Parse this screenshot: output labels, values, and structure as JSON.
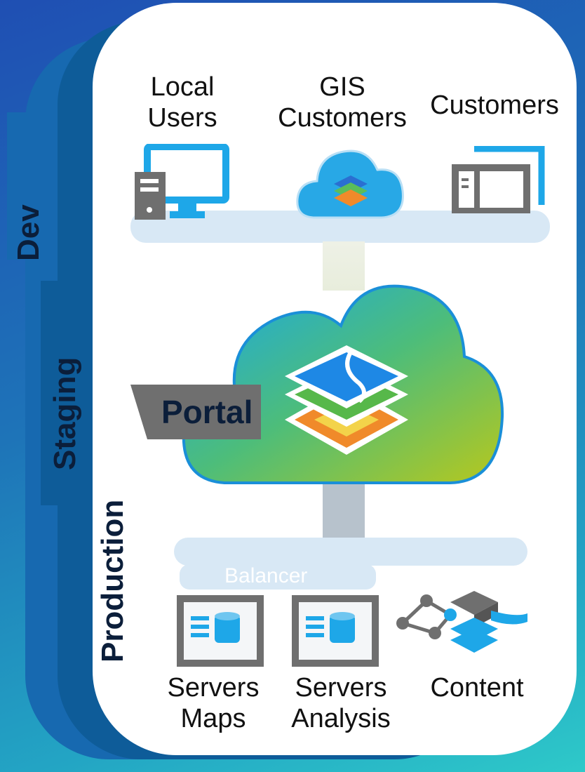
{
  "environments": {
    "dev": "Dev",
    "staging": "Staging",
    "production": "Production"
  },
  "users": {
    "local": [
      "Local",
      "Users"
    ],
    "gis": [
      "GIS",
      "Customers"
    ],
    "customers": "Customers"
  },
  "portal_label": "Portal",
  "balancer_label": "Balancer",
  "servers": {
    "maps": [
      "Servers",
      "Maps"
    ],
    "analysis": [
      "Servers",
      "Analysis"
    ],
    "content": "Content"
  },
  "colors": {
    "accent_blue": "#1ea7e8",
    "dev_card": "#1769b0",
    "staging_card": "#0e5c99",
    "server_gray": "#6f6f6f"
  },
  "icons": [
    "desktop-computer-icon",
    "cloud-layers-icon",
    "application-window-icon",
    "portal-cloud-icon",
    "server-database-icon",
    "content-network-icon"
  ]
}
